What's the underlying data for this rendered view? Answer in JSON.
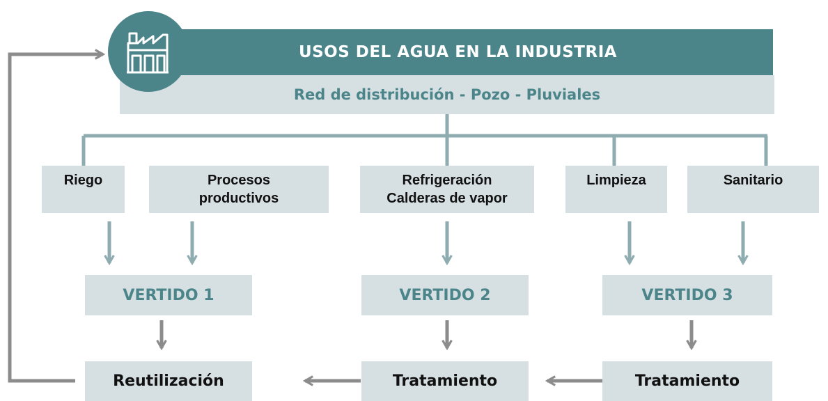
{
  "header": {
    "title": "USOS DEL AGUA EN LA INDUSTRIA",
    "subtitle": "Red de distribución - Pozo -  Pluviales",
    "icon": "factory-icon"
  },
  "uses": [
    {
      "label": "Riego"
    },
    {
      "label": "Procesos\nproductivos"
    },
    {
      "label": "Refrigeración\nCalderas de vapor"
    },
    {
      "label": "Limpieza"
    },
    {
      "label": "Sanitario"
    }
  ],
  "discharges": [
    {
      "label": "VERTIDO 1"
    },
    {
      "label": "VERTIDO 2"
    },
    {
      "label": "VERTIDO 3"
    }
  ],
  "outcomes": [
    {
      "label": "Reutilización"
    },
    {
      "label": "Tratamiento"
    },
    {
      "label": "Tratamiento"
    }
  ],
  "colors": {
    "primary": "#4b858a",
    "light": "#d6dfe2",
    "connector": "#8fadb1",
    "arrow_gray": "#8c8c8c"
  }
}
